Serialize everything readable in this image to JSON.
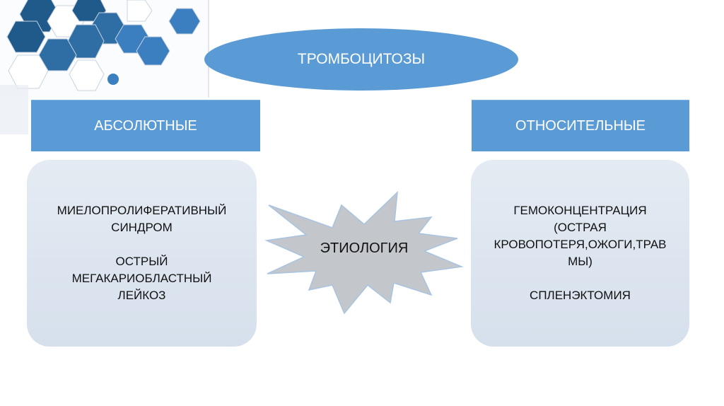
{
  "title": "ТРОМБОЦИТОЗЫ",
  "center": "ЭТИОЛОГИЯ",
  "left": {
    "header": "АБСОЛЮТНЫЕ",
    "items": [
      "МИЕЛОПРОЛИФЕРАТИВНЫЙ СИНДРОМ",
      "ОСТРЫЙ МЕГАКАРИОБЛАСТНЫЙ ЛЕЙКОЗ"
    ]
  },
  "right": {
    "header": "ОТНОСИТЕЛЬНЫЕ",
    "items": [
      "ГЕМОКОНЦЕНТРАЦИЯ (ОСТРАЯ КРОВОПОТЕРЯ,ОЖОГИ,ТРАВ МЫ)",
      "СПЛЕНЭКТОМИЯ"
    ]
  },
  "colors": {
    "accent": "#5b9bd5",
    "card": "#dde6f0",
    "star": "#c0c4c8"
  }
}
